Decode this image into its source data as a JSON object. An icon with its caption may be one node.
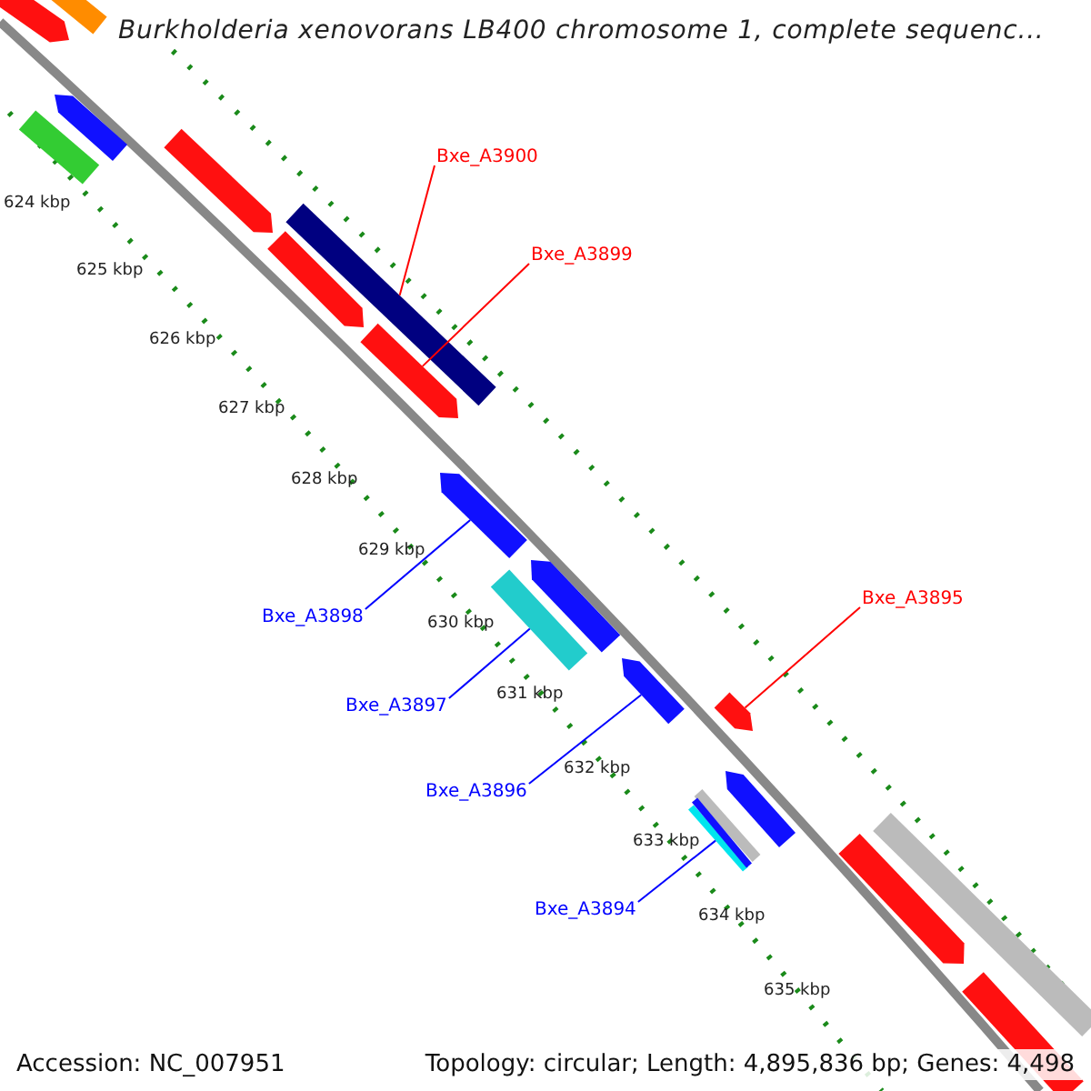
{
  "diagram": {
    "title": "Burkholderia xenovorans LB400 chromosome 1, complete sequenc...",
    "nodes": [
      {
        "text": [
          "Bxe_A3900"
        ]
      },
      {
        "text": [],
        "shape": "bar"
      },
      {
        "text": [
          "Bxe_A3899"
        ]
      },
      {
        "text": [],
        "shape": "bar"
      },
      {
        "text": [
          "Bxe_A3895"
        ]
      },
      {
        "text": [],
        "shape": "bar"
      },
      {
        "text": [
          "Bxe_A3898"
        ]
      },
      {
        "text": [],
        "shape": "bar"
      },
      {
        "text": [
          "Bxe_A3897"
        ]
      },
      {
        "text": [],
        "shape": "bar"
      },
      {
        "text": [
          "Bxe_A3896"
        ]
      },
      {
        "text": [],
        "shape": "bar"
      },
      {
        "text": [
          "Bxe_A3894"
        ]
      },
      {
        "text": [],
        "shape": "bar"
      },
      {
        "text": [],
        "shape": "bar"
      },
      {
        "text": [],
        "shape": "bar"
      },
      {
        "text": [],
        "shape": "bar"
      },
      {
        "text": [],
        "shape": "bar"
      },
      {
        "text": [],
        "shape": "bar"
      },
      {
        "text": [],
        "shape": "bar"
      },
      {
        "text": [],
        "shape": "bar"
      },
      {
        "text": [],
        "shape": "bar"
      },
      {
        "text": [],
        "shape": "bar"
      },
      {
        "text": [],
        "shape": "bar"
      },
      {
        "text": [],
        "shape": "bar"
      },
      {
        "text": [],
        "shape": "bar"
      },
      {
        "text": [],
        "shape": "bar"
      }
    ],
    "edges": [
      {
        "from": 0,
        "to": 1,
        "arrow": "none",
        "color": "#ff0000"
      },
      {
        "from": 2,
        "to": 3,
        "arrow": "none",
        "color": "#ff0000"
      },
      {
        "from": 4,
        "to": 5,
        "arrow": "none",
        "color": "#ff0000"
      },
      {
        "from": 6,
        "to": 7,
        "arrow": "none",
        "color": "#0000ff"
      },
      {
        "from": 8,
        "to": 9,
        "arrow": "none",
        "color": "#0000ff"
      },
      {
        "from": 10,
        "to": 11,
        "arrow": "none",
        "color": "#0000ff"
      },
      {
        "from": 12,
        "to": 13,
        "arrow": "none",
        "color": "#0000ff"
      }
    ],
    "labels": [
      "624 kbp",
      "625 kbp",
      "626 kbp",
      "627 kbp",
      "628 kbp",
      "629 kbp",
      "630 kbp",
      "631 kbp",
      "632 kbp",
      "633 kbp",
      "634 kbp",
      "635 kbp",
      "Accession: NC_007951",
      "Topology: circular; Length: 4,895,836 bp; Genes: 4,498"
    ]
  }
}
